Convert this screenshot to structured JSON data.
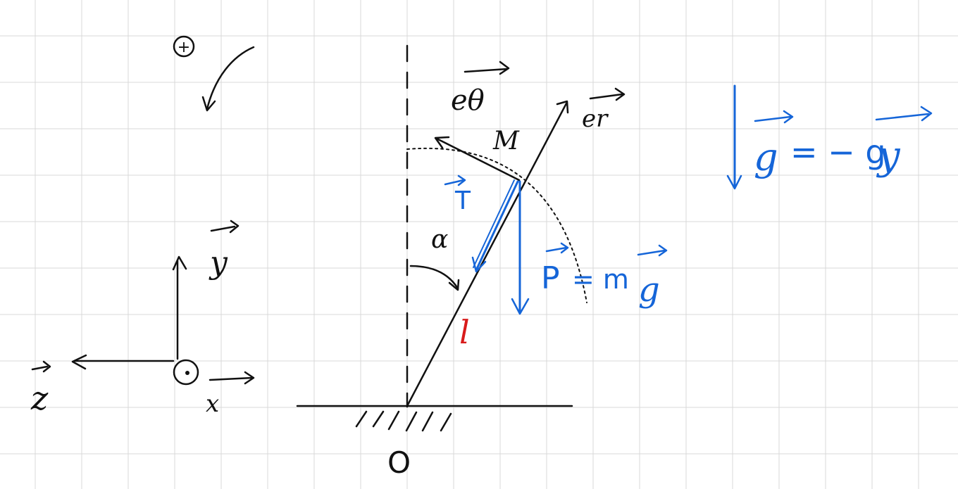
{
  "colors": {
    "ink": "#111111",
    "blue": "#1565d8",
    "red": "#d81b1b",
    "grid": "#d9d9d9",
    "background": "#ffffff"
  },
  "labels": {
    "orientation_mark": "+",
    "basis_y": "y",
    "basis_z": "z",
    "basis_x": "x",
    "point_m": "M",
    "unit_theta": "eθ",
    "unit_r": "er",
    "tension": "T",
    "angle_alpha": "α",
    "length_l": "l",
    "origin_o": "O",
    "weight_lhs": "P",
    "weight_eq": "= m",
    "weight_rhs": "g",
    "gravity_lhs": "g",
    "gravity_eq": "= − g",
    "gravity_rhs": "y"
  }
}
